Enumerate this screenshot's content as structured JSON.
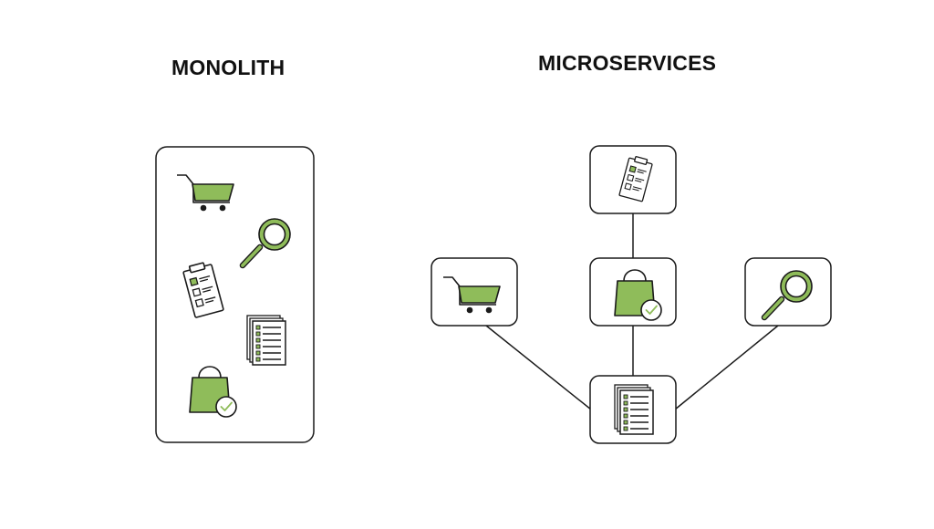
{
  "headings": {
    "monolith": "MONOLITH",
    "microservices": "MICROSERVICES"
  },
  "colors": {
    "accent": "#8fbc5a",
    "stroke": "#1a1a1a",
    "background": "#ffffff"
  },
  "monolith": {
    "icons": [
      "cart-icon",
      "magnifier-icon",
      "clipboard-icon",
      "documents-icon",
      "shopping-bag-check-icon"
    ]
  },
  "microservices": {
    "nodes": [
      {
        "id": "clipboard",
        "icon": "clipboard-icon"
      },
      {
        "id": "cart",
        "icon": "cart-icon"
      },
      {
        "id": "bag",
        "icon": "shopping-bag-check-icon"
      },
      {
        "id": "search",
        "icon": "magnifier-icon"
      },
      {
        "id": "documents",
        "icon": "documents-icon"
      }
    ],
    "edges": [
      [
        "clipboard",
        "bag"
      ],
      [
        "bag",
        "documents"
      ],
      [
        "cart",
        "documents"
      ],
      [
        "search",
        "documents"
      ]
    ]
  }
}
